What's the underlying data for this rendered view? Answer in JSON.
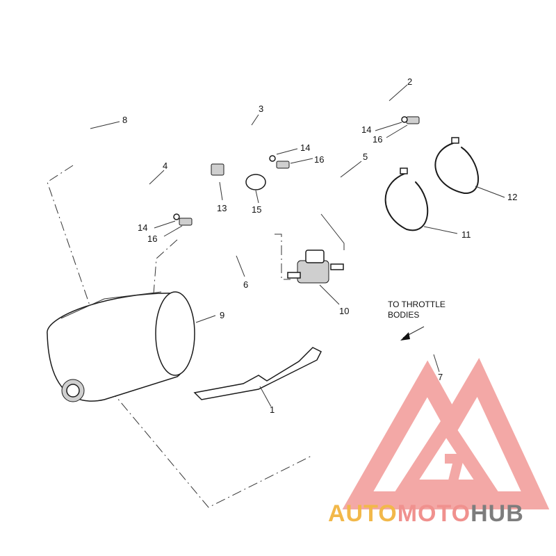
{
  "parts": [
    {
      "id": "p1",
      "label": "1"
    },
    {
      "id": "p2",
      "label": "2"
    },
    {
      "id": "p3",
      "label": "3"
    },
    {
      "id": "p4",
      "label": "4"
    },
    {
      "id": "p5",
      "label": "5"
    },
    {
      "id": "p6",
      "label": "6"
    },
    {
      "id": "p7",
      "label": "7"
    },
    {
      "id": "p8",
      "label": "8"
    },
    {
      "id": "p9",
      "label": "9"
    },
    {
      "id": "p10",
      "label": "10"
    },
    {
      "id": "p11",
      "label": "11"
    },
    {
      "id": "p12",
      "label": "12"
    },
    {
      "id": "p13",
      "label": "13"
    },
    {
      "id": "p14a",
      "label": "14"
    },
    {
      "id": "p14b",
      "label": "14"
    },
    {
      "id": "p14c",
      "label": "14"
    },
    {
      "id": "p15",
      "label": "15"
    },
    {
      "id": "p16a",
      "label": "16"
    },
    {
      "id": "p16b",
      "label": "16"
    },
    {
      "id": "p16c",
      "label": "16"
    }
  ],
  "annotation": {
    "line1": "TO THROTTLE",
    "line2": "BODIES"
  },
  "watermark": {
    "part1": "AUTO",
    "part2": "MOTO",
    "part3": "HUB",
    "color_auto": "#f2b84a",
    "color_moto": "#f0918e",
    "color_hub": "#7d7d7d",
    "logo_color": "#f19a97"
  }
}
